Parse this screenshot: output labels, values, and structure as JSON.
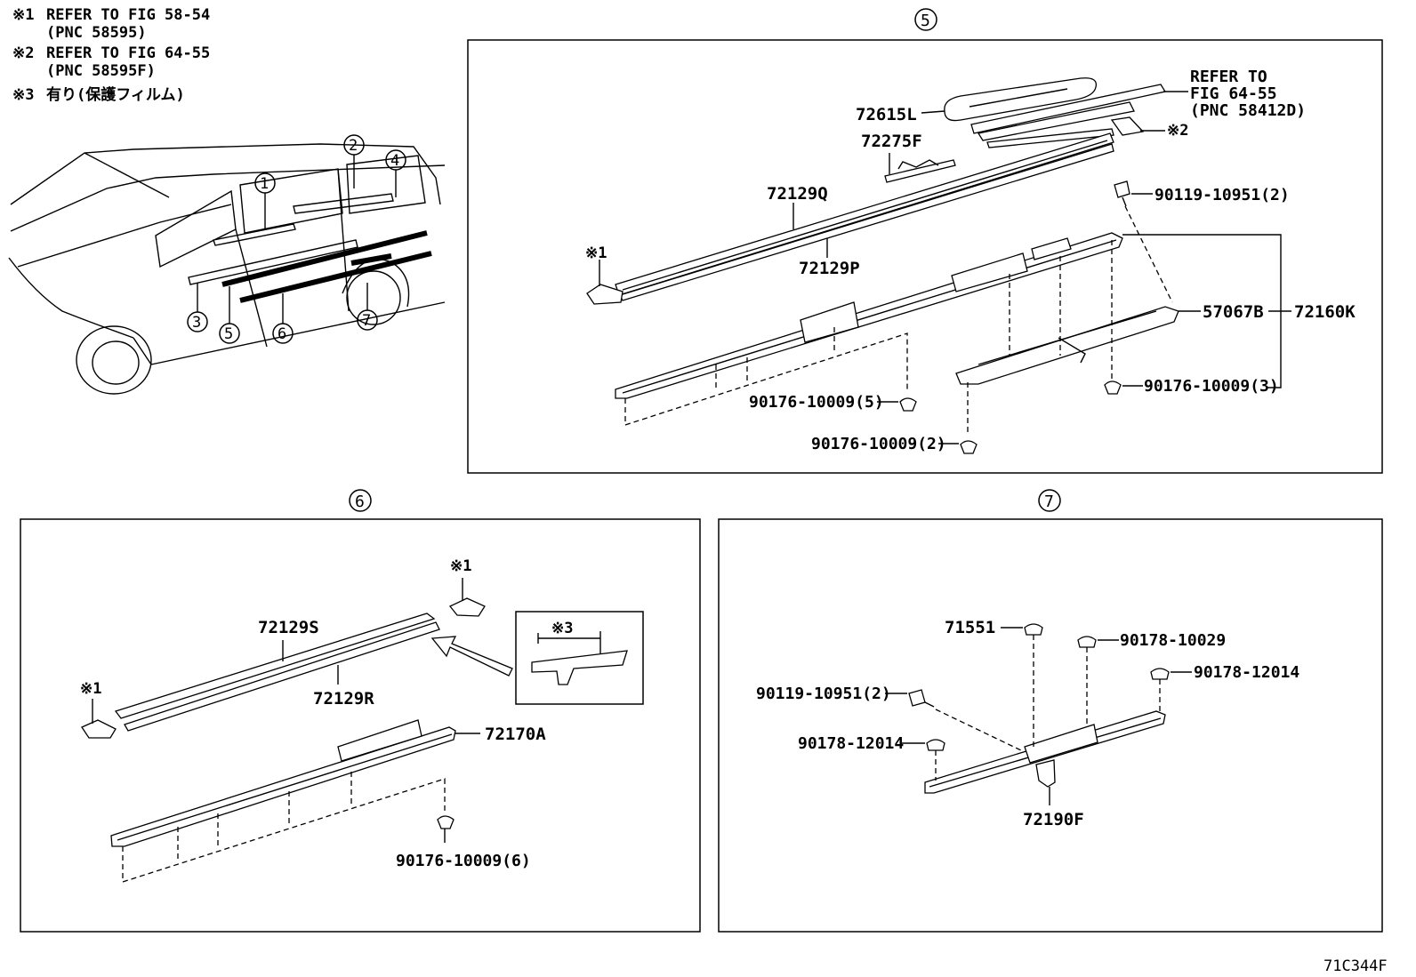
{
  "notes": {
    "n1_mark": "※1",
    "n1_line1": "REFER TO FIG 58-54",
    "n1_line2": "(PNC 58595)",
    "n2_mark": "※2",
    "n2_line1": "REFER TO FIG 64-55",
    "n2_line2": "(PNC 58595F)",
    "n3_mark": "※3",
    "n3_line1": "有り(保護フィルム)"
  },
  "overview": {
    "callouts": [
      "1",
      "2",
      "3",
      "4",
      "5",
      "6",
      "7"
    ]
  },
  "section5": {
    "number": "5",
    "parts": {
      "p72615L": "72615L",
      "p72275F": "72275F",
      "p72129Q": "72129Q",
      "p72129P": "72129P",
      "p57067B": "57067B",
      "p72160K": "72160K",
      "bolt": "90119-10951(2)",
      "clip5": "90176-10009(5)",
      "clip3": "90176-10009(3)",
      "clip2": "90176-10009(2)"
    },
    "ref_line1": "REFER TO",
    "ref_line2": "FIG 64-55",
    "ref_line3": "(PNC 58412D)",
    "mark1": "※1",
    "mark2": "※2"
  },
  "section6": {
    "number": "6",
    "parts": {
      "p72129S": "72129S",
      "p72129R": "72129R",
      "p72170A": "72170A",
      "clip6": "90176-10009(6)"
    },
    "mark1a": "※1",
    "mark1b": "※1",
    "mark3": "※3"
  },
  "section7": {
    "number": "7",
    "parts": {
      "p71551": "71551",
      "p90178_10029": "90178-10029",
      "p90178_12014a": "90178-12014",
      "p90119_10951": "90119-10951(2)",
      "p90178_12014b": "90178-12014",
      "p72190F": "72190F"
    }
  },
  "figure_code": "71C344F"
}
